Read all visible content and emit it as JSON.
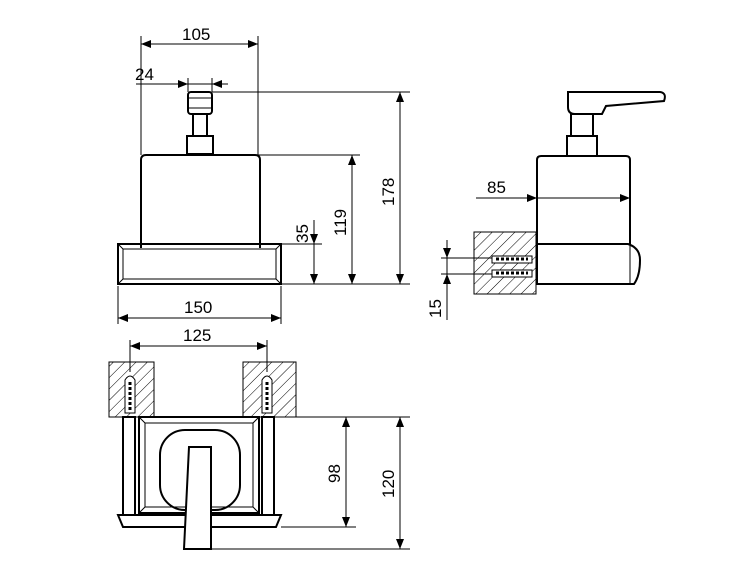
{
  "drawing": {
    "dimensions": {
      "front_width_top": "105",
      "front_knob_offset": "24",
      "front_total_height": "178",
      "front_container_height": "119",
      "front_base_height": "35",
      "front_base_width": "150",
      "side_depth": "85",
      "side_screw_spacing": "15",
      "top_mount_spacing": "125",
      "top_depth_inner": "98",
      "top_depth_total": "120"
    }
  }
}
